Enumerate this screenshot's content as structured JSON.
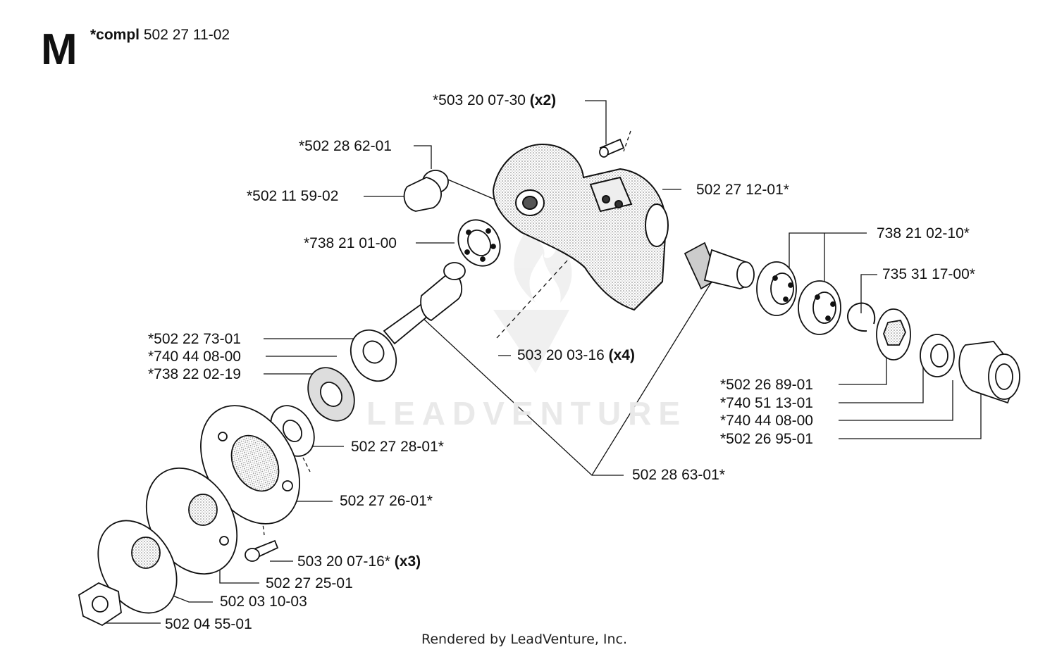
{
  "header": {
    "section_letter": "M",
    "compl_prefix": "*compl",
    "compl_number": "502 27 11-02"
  },
  "watermark": "LEADVENTURE",
  "footer": "Rendered by LeadVenture, Inc.",
  "parts": [
    {
      "id": "p1",
      "number": "*503 20 07-30",
      "qty": "(x2)"
    },
    {
      "id": "p2",
      "number": "*502 28 62-01",
      "qty": ""
    },
    {
      "id": "p3",
      "number": "502 27 12-01*",
      "qty": ""
    },
    {
      "id": "p4",
      "number": "*502 11 59-02",
      "qty": ""
    },
    {
      "id": "p5",
      "number": "738 21 02-10*",
      "qty": ""
    },
    {
      "id": "p6",
      "number": "*738 21 01-00",
      "qty": ""
    },
    {
      "id": "p7",
      "number": "735 31 17-00*",
      "qty": ""
    },
    {
      "id": "p8",
      "number": "*502 22 73-01",
      "qty": ""
    },
    {
      "id": "p9",
      "number": "*740 44 08-00",
      "qty": ""
    },
    {
      "id": "p10",
      "number": "503 20 03-16",
      "qty": "(x4)"
    },
    {
      "id": "p11",
      "number": "*738 22 02-19",
      "qty": ""
    },
    {
      "id": "p12",
      "number": "*502 26 89-01",
      "qty": ""
    },
    {
      "id": "p13",
      "number": "*740 51 13-01",
      "qty": ""
    },
    {
      "id": "p14",
      "number": "*740 44 08-00",
      "qty": ""
    },
    {
      "id": "p15",
      "number": "*502 26 95-01",
      "qty": ""
    },
    {
      "id": "p16",
      "number": "502 27 28-01*",
      "qty": ""
    },
    {
      "id": "p17",
      "number": "502 28 63-01*",
      "qty": ""
    },
    {
      "id": "p18",
      "number": "502 27 26-01*",
      "qty": ""
    },
    {
      "id": "p19",
      "number": "503 20 07-16*",
      "qty": "(x3)"
    },
    {
      "id": "p20",
      "number": "502 27 25-01",
      "qty": ""
    },
    {
      "id": "p21",
      "number": "502 03 10-03",
      "qty": ""
    },
    {
      "id": "p22",
      "number": "502 04 55-01",
      "qty": ""
    }
  ]
}
